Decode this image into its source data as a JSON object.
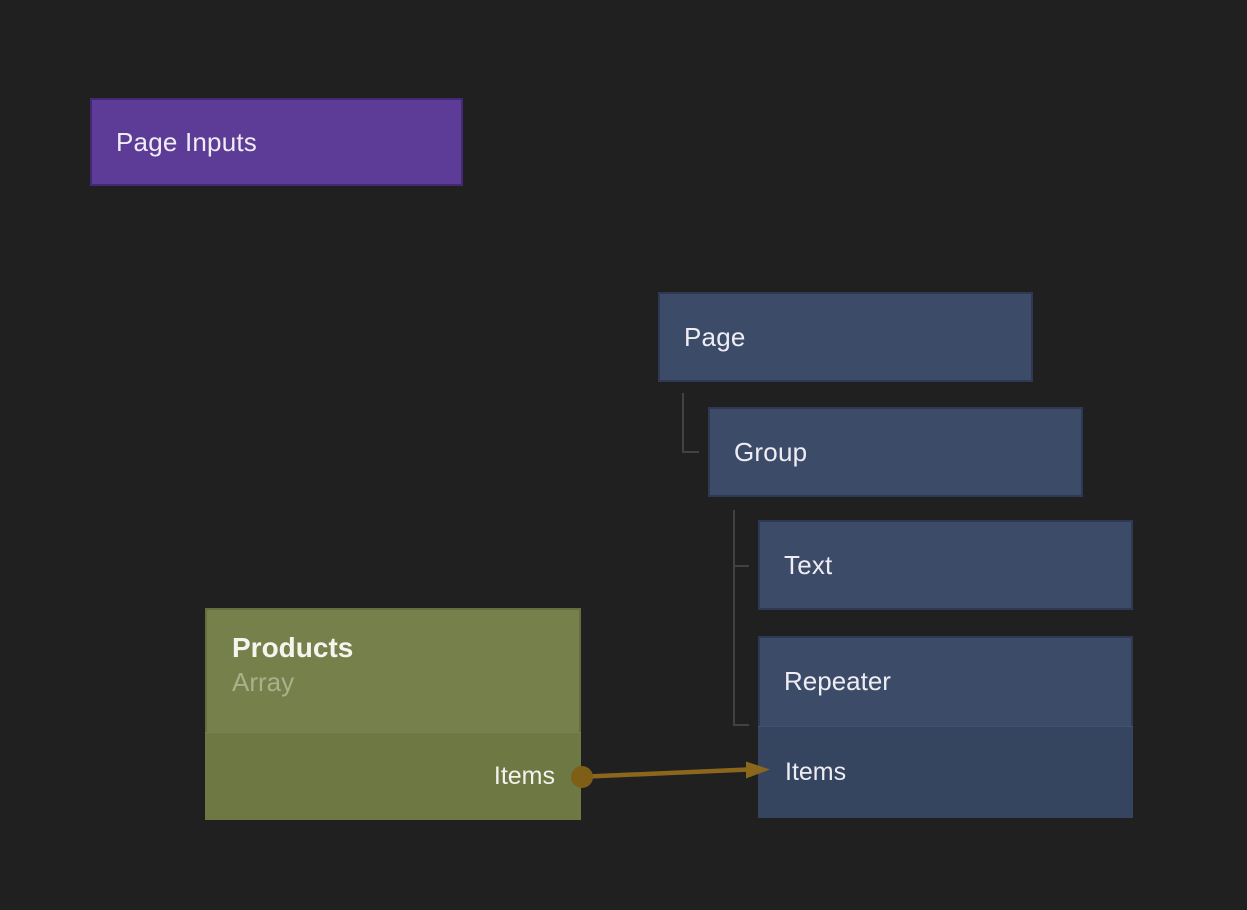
{
  "colors": {
    "background": "#202020",
    "purple": "#5d3c98",
    "blue": "#3c4b68",
    "blue-dark": "#35445f",
    "green": "#75804b",
    "green-dark": "#6d7842",
    "sage": "#a9b08a",
    "wire": "#8a671d",
    "port": "#7f5e15",
    "connector": "#424242"
  },
  "page_inputs_node": {
    "label": "Page Inputs"
  },
  "tree": {
    "page": "Page",
    "group": "Group",
    "text": "Text",
    "repeater": "Repeater",
    "repeater_input_port": "Items"
  },
  "products_node": {
    "title": "Products",
    "subtitle": "Array",
    "output_port": "Items"
  }
}
